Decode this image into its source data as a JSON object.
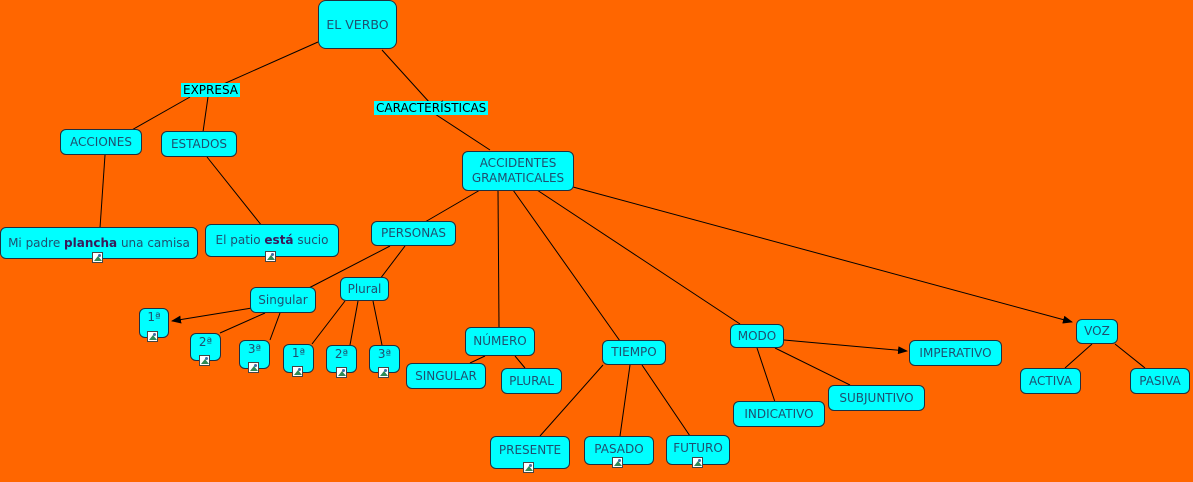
{
  "colors": {
    "background": "#ff6600",
    "node": "#00ffff",
    "line": "#000000"
  },
  "nodes": {
    "el_verbo": "EL VERBO",
    "acciones": "ACCIONES",
    "estados": "ESTADOS",
    "accidentes": "ACCIDENTES GRAMATICALES",
    "ejemplo_accion": {
      "pre": "Mi padre ",
      "bold": "plancha",
      "post": " una camisa"
    },
    "ejemplo_estado": {
      "pre": "El patio ",
      "bold": "está",
      "post": " sucio"
    },
    "personas": "PERSONAS",
    "singular": "Singular",
    "plural": "Plural",
    "p1_sing": "1ª",
    "p2_sing": "2ª",
    "p3_sing": "3ª",
    "p1_plur": "1ª",
    "p2_plur": "2ª",
    "p3_plur": "3ª",
    "numero": "NÚMERO",
    "numero_singular": "SINGULAR",
    "numero_plural": "PLURAL",
    "tiempo": "TIEMPO",
    "presente": "PRESENTE",
    "pasado": "PASADO",
    "futuro": "FUTURO",
    "modo": "MODO",
    "imperativo": "IMPERATIVO",
    "indicativo": "INDICATIVO",
    "subjuntivo": "SUBJUNTIVO",
    "voz": "VOZ",
    "activa": "ACTIVA",
    "pasiva": "PASIVA"
  },
  "link_labels": {
    "expresa": "EXPRESA",
    "caracteristicas": "CARACTERÍSTICAS"
  }
}
